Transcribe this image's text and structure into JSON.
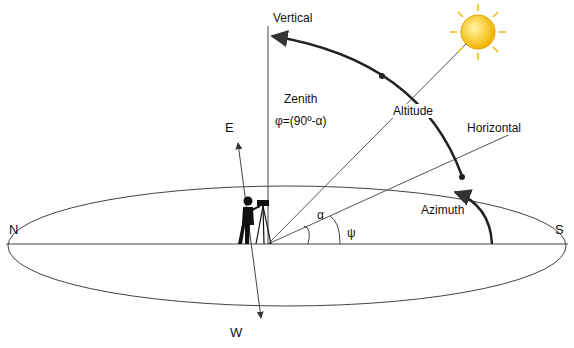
{
  "diagram": {
    "labels": [
      "Vertical",
      "E",
      "Zenith",
      "φ=(90º-α)",
      "Altitude",
      "Horizontal",
      "α",
      "Azimuth",
      "N",
      "ψ",
      "S",
      "W"
    ]
  }
}
